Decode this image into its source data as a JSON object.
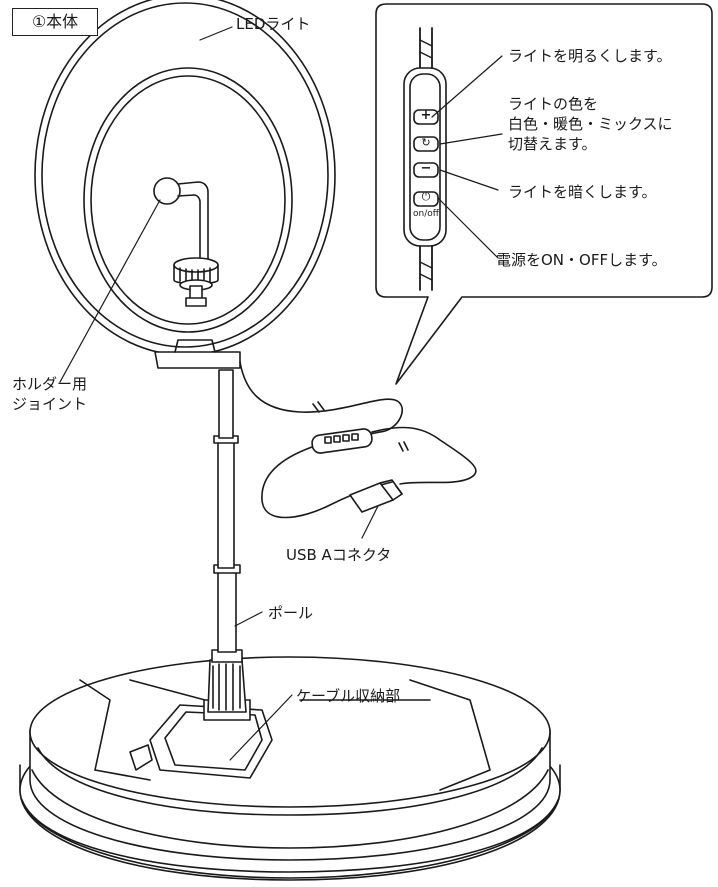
{
  "section_title": "①本体",
  "labels": {
    "led_light": "LEDライト",
    "holder_joint": [
      "ホルダー用",
      "ジョイント"
    ],
    "usb_connector": "USB Aコネクタ",
    "pole": "ポール",
    "cable_storage": "ケーブル収納部"
  },
  "callout": {
    "brighten": "ライトを明るくします。",
    "color_switch": [
      "ライトの色を",
      "白色・暖色・ミックスに",
      "切替えます。"
    ],
    "dim": "ライトを暗くします。",
    "power": "電源をON・OFFします。"
  },
  "controller": {
    "plus_symbol": "+",
    "cycle_symbol": "↻",
    "minus_symbol": "−",
    "power_symbol": "⏻",
    "power_caption": "on/off"
  },
  "colors": {
    "line": "#1a1a1a",
    "fill": "#ffffff"
  }
}
